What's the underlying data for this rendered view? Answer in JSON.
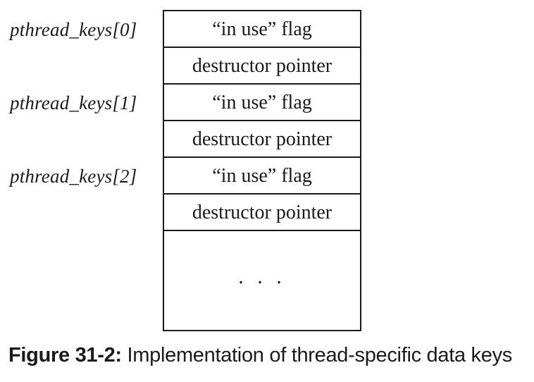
{
  "keys": [
    {
      "name": "pthread_keys[0]"
    },
    {
      "name": "pthread_keys[1]"
    },
    {
      "name": "pthread_keys[2]"
    }
  ],
  "cells": [
    "“in use” flag",
    "destructor pointer",
    "“in use” flag",
    "destructor pointer",
    "“in use” flag",
    "destructor pointer"
  ],
  "ellipsis": ". . .",
  "caption": {
    "label": "Figure 31-2:",
    "text": " Implementation of thread-specific data keys"
  }
}
